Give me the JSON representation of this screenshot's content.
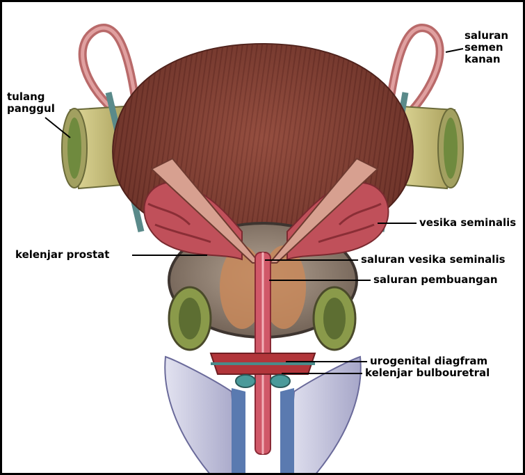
{
  "labels": {
    "seminal_duct_right": [
      "saluran",
      "semen",
      "kanan"
    ],
    "hip_bone": [
      "tulang",
      "panggul"
    ],
    "seminal_vesicle": "vesika seminalis",
    "prostate": "kelenjar prostat",
    "vesicle_duct": "saluran vesika seminalis",
    "ejaculatory_duct": "saluran pembuangan",
    "urogenital_diaphragm": "urogenital diagfram",
    "bulbourethral_gland": "kelenjar bulbouretral"
  },
  "colors": {
    "frame": "#000000",
    "label_text": "#000000",
    "bladder": "#8e4a3e",
    "bladder_stripe": "#6e3028",
    "vesicle": "#c0505a",
    "bone": "#c9c27c",
    "prostate": "#9a8a7a",
    "ducts": "#d08a8a",
    "erectile_tissue": "#c9c9e0",
    "diaphragm": "#b2353a"
  }
}
